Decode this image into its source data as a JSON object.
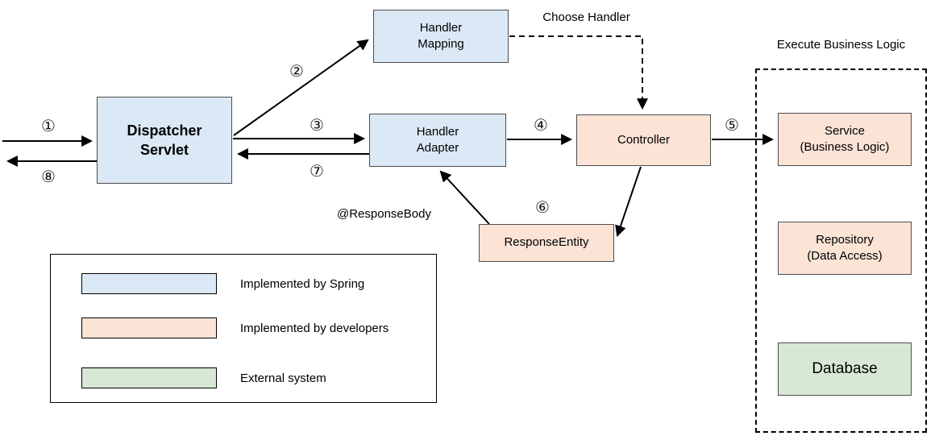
{
  "nodes": {
    "dispatcher_servlet": {
      "label": "Dispatcher\nServlet"
    },
    "handler_mapping": {
      "label": "Handler\nMapping"
    },
    "handler_adapter": {
      "label": "Handler\nAdapter"
    },
    "controller": {
      "label": "Controller"
    },
    "response_entity": {
      "label": "ResponseEntity"
    },
    "service": {
      "label": "Service\n(Business Logic)"
    },
    "repository": {
      "label": "Repository\n(Data Access)"
    },
    "database": {
      "label": "Database"
    }
  },
  "annotations": {
    "choose_handler": "Choose Handler",
    "response_body": "@ResponseBody",
    "execute_business_logic": "Execute Business Logic"
  },
  "steps": {
    "s1": "①",
    "s2": "②",
    "s3": "③",
    "s4": "④",
    "s5": "⑤",
    "s6": "⑥",
    "s7": "⑦",
    "s8": "⑧"
  },
  "legend": {
    "items": [
      {
        "label": "Implemented by Spring",
        "color": "#dbe9f6"
      },
      {
        "label": "Implemented by developers",
        "color": "#fbe3d6"
      },
      {
        "label": "External system",
        "color": "#d7e9d5"
      }
    ]
  },
  "colors": {
    "spring_blue": "#dbe9f6",
    "developer_orange": "#fbe3d6",
    "external_green": "#d7e9d5",
    "line_black": "#000000"
  }
}
